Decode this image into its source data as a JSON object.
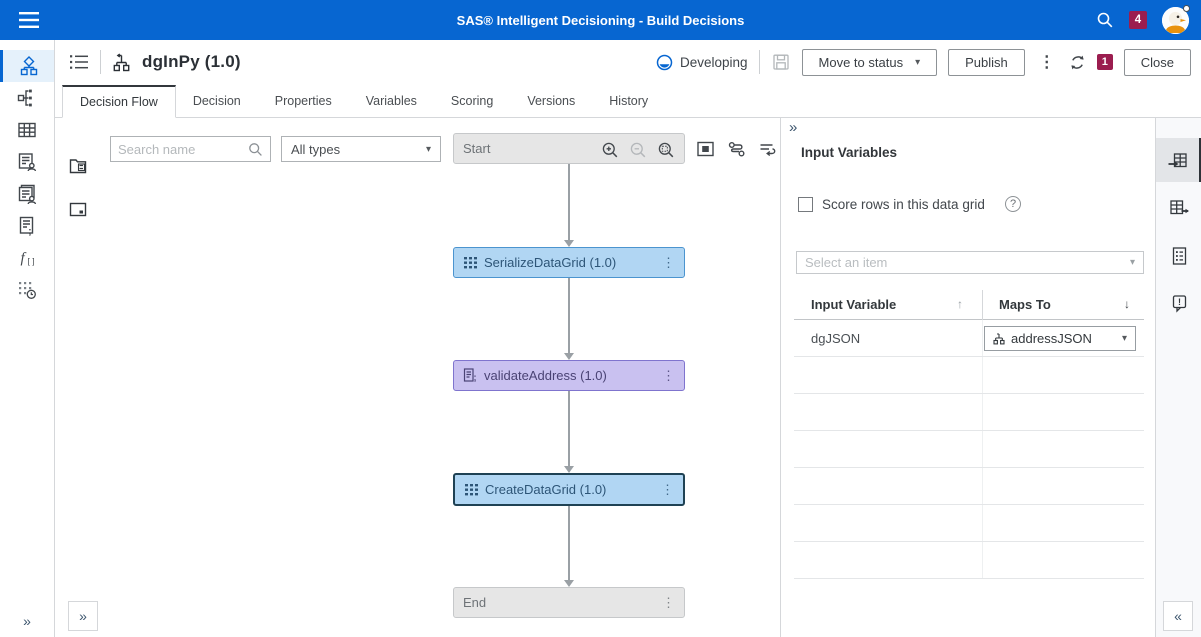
{
  "topbar": {
    "title": "SAS® Intelligent Decisioning - Build Decisions",
    "notification_count": "4"
  },
  "header": {
    "title": "dgInPy (1.0)",
    "status": "Developing",
    "move_to_status": "Move to status",
    "publish": "Publish",
    "close": "Close",
    "change_count": "1"
  },
  "tabs": {
    "active": "Decision Flow",
    "items": [
      {
        "label": "Decision Flow"
      },
      {
        "label": "Decision"
      },
      {
        "label": "Properties"
      },
      {
        "label": "Variables"
      },
      {
        "label": "Scoring"
      },
      {
        "label": "Versions"
      },
      {
        "label": "History"
      }
    ]
  },
  "canvas": {
    "search_placeholder": "Search name",
    "type_filter": "All types",
    "nodes": {
      "start": "Start",
      "serialize": "SerializeDataGrid (1.0)",
      "validate": "validateAddress (1.0)",
      "create": "CreateDataGrid (1.0)",
      "end": "End"
    }
  },
  "panel": {
    "title": "Input Variables",
    "score_checkbox_label": "Score rows in this data grid",
    "select_placeholder": "Select an item",
    "table": {
      "col_input": "Input Variable",
      "col_maps": "Maps To",
      "row_input": "dgJSON",
      "row_maps": "addressJSON"
    }
  },
  "icons": {
    "collapse_right": "»",
    "collapse_left": "«",
    "caret_down": "▾",
    "kebab": "⋮",
    "sort_asc": "↑",
    "sort_desc": "↓",
    "help": "?",
    "semicolon": ";",
    "function_f": "f",
    "brackets": "[ ]",
    "exclamation": "!"
  },
  "colors": {
    "topbar_blue": "#0766d1",
    "badge_maroon": "#9b1d4f",
    "node_blue_fill": "#b1d6f3",
    "node_blue_border": "#4b94cf",
    "node_purple_fill": "#c9c1f0",
    "node_purple_border": "#7f74ce",
    "node_gray_fill": "#e6e6e6",
    "selected_node_border": "#1f4254"
  }
}
